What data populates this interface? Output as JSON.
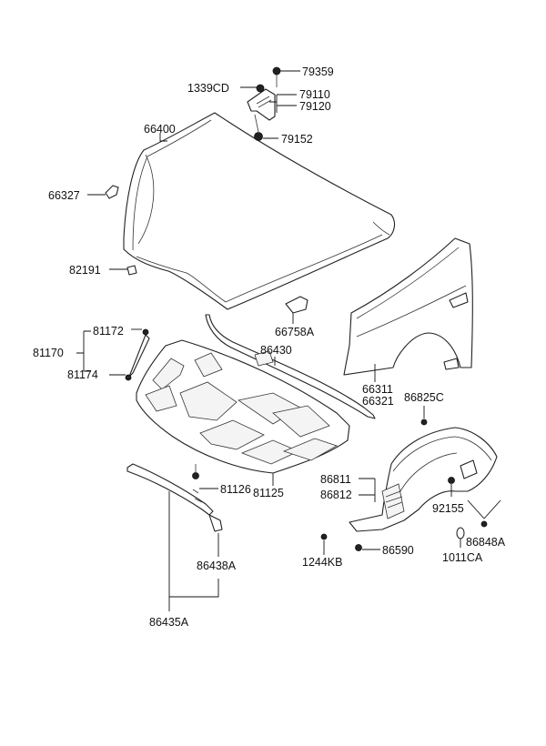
{
  "labels": {
    "p79359": "79359",
    "p1339CD": "1339CD",
    "p79110": "79110",
    "p79120": "79120",
    "p79152": "79152",
    "p66400": "66400",
    "p66327": "66327",
    "p82191": "82191",
    "p66758A": "66758A",
    "p81172": "81172",
    "p81170": "81170",
    "p81174": "81174",
    "p86430": "86430",
    "p66311": "66311",
    "p66321": "66321",
    "p86825C": "86825C",
    "p81126": "81126",
    "p81125": "81125",
    "p86811": "86811",
    "p86812": "86812",
    "p92155": "92155",
    "p86848A": "86848A",
    "p1011CA": "1011CA",
    "p1244KB": "1244KB",
    "p86590": "86590",
    "p86438A": "86438A",
    "p86435A": "86435A"
  }
}
